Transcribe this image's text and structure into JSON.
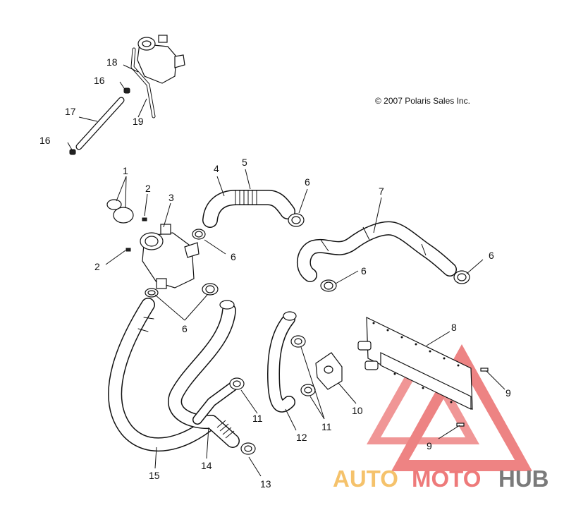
{
  "copyright": "© 2007 Polaris Sales Inc.",
  "watermark": {
    "auto": "AUTO",
    "moto": "MOTO",
    "hub": "HUB",
    "colors": {
      "auto": "#f5c26b",
      "moto": "#ee7a7a",
      "hub": "#7a7a7a",
      "triangle": "#e85a5a"
    }
  },
  "callouts": {
    "c1": "1",
    "c2a": "2",
    "c2b": "2",
    "c3": "3",
    "c4": "4",
    "c5": "5",
    "c6a": "6",
    "c6b": "6",
    "c6c": "6",
    "c6d": "6",
    "c6e": "6",
    "c7": "7",
    "c8": "8",
    "c9a": "9",
    "c9b": "9",
    "c10": "10",
    "c11a": "11",
    "c11b": "11",
    "c12": "12",
    "c13": "13",
    "c14": "14",
    "c15": "15",
    "c16a": "16",
    "c16b": "16",
    "c17": "17",
    "c18": "18",
    "c19": "19"
  }
}
